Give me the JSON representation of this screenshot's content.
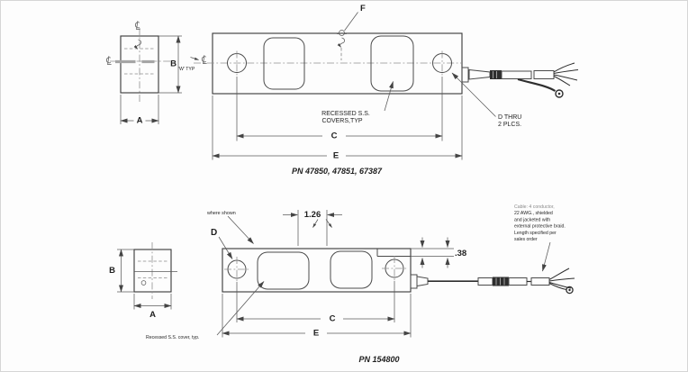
{
  "colors": {
    "ink": "#3f3f3f",
    "centerline": "#8f8f8f",
    "background": "#fdfdfd"
  },
  "top_drawing": {
    "part_number": "PN 47850, 47851, 67387",
    "dims": {
      "a": "A",
      "b": "B",
      "c": "C",
      "e": "E"
    },
    "f_label": "F",
    "w_typ_label": "'W' TYP",
    "covers_note": [
      "RECESSED S.S.",
      "COVERS,TYP"
    ],
    "thru_note": [
      "D THRU",
      "2 PLCS."
    ]
  },
  "bottom_drawing": {
    "part_number": "PN 154800",
    "dims": {
      "a": "A",
      "b": "B",
      "c": "C",
      "e": "E",
      "width_126": "1.26",
      "height_38": ".38"
    },
    "d_label": "D",
    "where_shown_label": "where shown",
    "cover_note": "Recessed S.S. cover, typ.",
    "cable_note": [
      "Cable: 4 conductor,",
      "22 AWG., shielded",
      "and jacketed with",
      "external protective braid.",
      "Length specified per",
      "sales order"
    ]
  }
}
